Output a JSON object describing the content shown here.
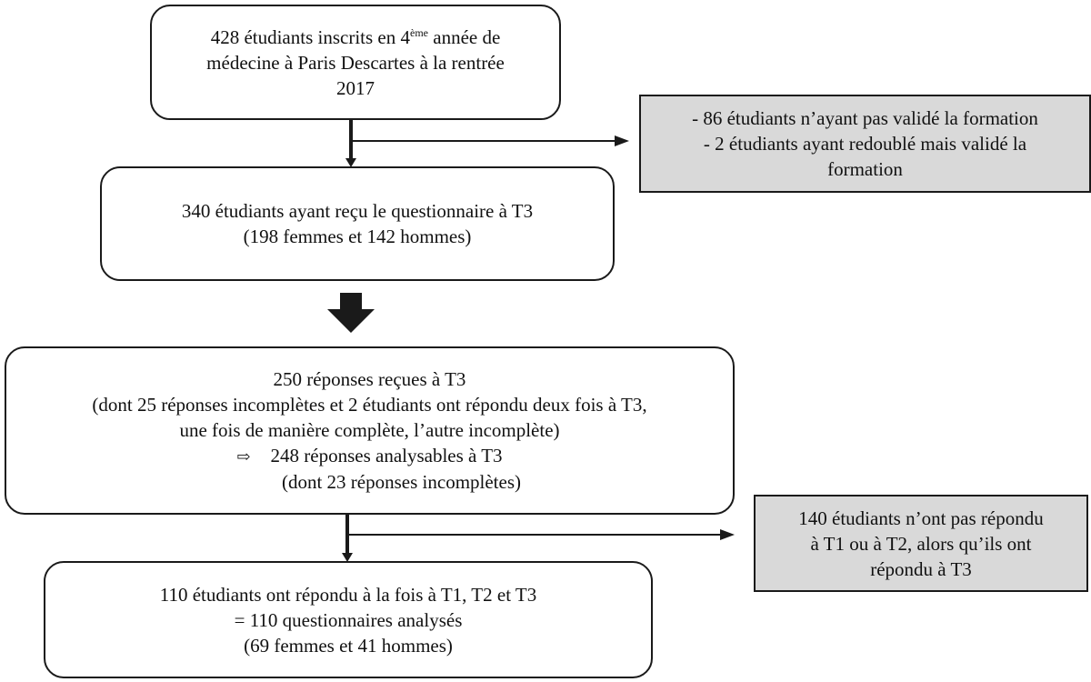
{
  "flowchart": {
    "box1": {
      "line1_pre": "428 étudiants inscrits en 4",
      "line1_sup": "ème",
      "line1_post": " année de",
      "line2": "médecine à Paris Descartes à la rentrée",
      "line3": "2017"
    },
    "exclusion1": {
      "line1": "- 86 étudiants n’ayant pas validé la formation",
      "line2": "- 2 étudiants ayant redoublé mais validé la",
      "line3": "formation"
    },
    "box2": {
      "line1": "340 étudiants ayant reçu le questionnaire à T3",
      "line2": "(198 femmes et 142 hommes)"
    },
    "box3": {
      "line1": "250 réponses reçues à T3",
      "line2": "(dont 25 réponses incomplètes et 2 étudiants ont répondu deux fois à T3,",
      "line3": "une fois de manière complète, l’autre incomplète)",
      "implies_symbol": "⇨",
      "line4": "248 réponses analysables à T3",
      "line5": "(dont 23 réponses incomplètes)"
    },
    "exclusion2": {
      "line1": "140 étudiants n’ont pas répondu",
      "line2": "à T1 ou à T2, alors qu’ils ont",
      "line3": "répondu à T3"
    },
    "box4": {
      "line1": "110 étudiants ont répondu à la fois à T1, T2 et T3",
      "line2": "= 110 questionnaires analysés",
      "line3": "(69 femmes et 41 hommes)"
    },
    "colors": {
      "border": "#1a1a1a",
      "exclusion_fill": "#d9d9d9",
      "box_fill": "#ffffff"
    }
  }
}
